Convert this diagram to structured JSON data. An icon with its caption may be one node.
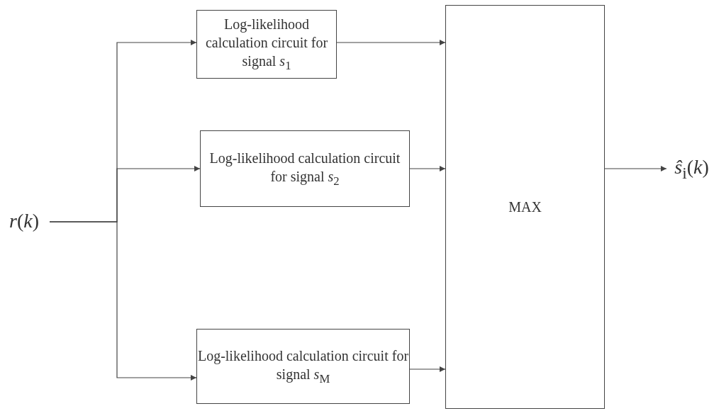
{
  "diagram": {
    "nodes": [
      {
        "text": [
          "*r*(*k*)"
        ]
      },
      {
        "text": [
          "Log-likelihood calculation circuit for signal *s*$_{1}$"
        ]
      },
      {
        "text": [
          "Log-likelihood calculation circuit for signal *s*$_{2}$"
        ]
      },
      {
        "text": [
          "Log-likelihood calculation circuit for signal *s*$_{M}$"
        ]
      },
      {
        "text": [
          "MAX"
        ]
      },
      {
        "text": [
          "*ŝ*$_{i}$(*k*)"
        ]
      }
    ],
    "edges": [
      {
        "from": 0,
        "to": 1,
        "arrow": "to"
      },
      {
        "from": 0,
        "to": 2,
        "arrow": "to"
      },
      {
        "from": 0,
        "to": 3,
        "arrow": "to"
      },
      {
        "from": 1,
        "to": 4,
        "arrow": "to"
      },
      {
        "from": 2,
        "to": 4,
        "arrow": "to"
      },
      {
        "from": 3,
        "to": 4,
        "arrow": "to"
      },
      {
        "from": 4,
        "to": 5,
        "arrow": "to"
      }
    ]
  }
}
